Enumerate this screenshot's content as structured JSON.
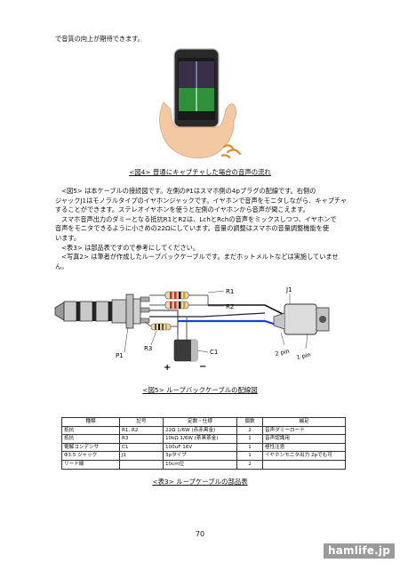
{
  "intro_line": "で音質の向上が期待できます。",
  "figure4": {
    "caption": "<図4> 普通にキャプチャした場合の音声の流れ"
  },
  "body": {
    "lines": [
      "<図5> は本ケーブルの接続図です。左側のP1はスマホ側の4pプラグの配線です。右側の",
      "ジャックJ1はモノラルタイプのイヤホンジャックです。イヤホンで音声をモニタしながら、キャプチャ",
      "することができます。ステレオイヤホンを使うと左側のイヤホンから音声が聞こえます。",
      "スマホ音声出力のダミーとなる抵抗R1とR2は、LchとRchの音声をミックスしつつ、イヤホンで",
      "音声をモニタできるように小さめの22Ωにしています。音量の調整はスマホの音量調整機能を使",
      "います。",
      "<表3> は部品表ですので参考にしてください。",
      "<写真2> は筆者が作成したループバックケーブルです。まだホットメルトなどは実施していませ",
      "ん。"
    ]
  },
  "figure5": {
    "caption": "<図5> ループバックケーブルの配線図",
    "labels": {
      "r1": "R1",
      "r2": "R2",
      "r3": "R3",
      "c1": "C1",
      "j1": "J1",
      "p1": "P1",
      "plus": "+",
      "minus": "−",
      "pin2": "2 pin",
      "pin1": "1 pin"
    }
  },
  "table3": {
    "caption": "<表3> ループケーブルの部品表",
    "headers": [
      "種類",
      "記号",
      "定数・仕様",
      "個数",
      "補足"
    ],
    "rows": [
      [
        "抵抗",
        "R1, R2",
        "22Ω 1/6W (赤赤黒金)",
        "2",
        "音声ダミーロード"
      ],
      [
        "抵抗",
        "R3",
        "10kΩ 1/6W (茶黒茶金)",
        "1",
        "音声認識用"
      ],
      [
        "電解コンデンサ",
        "C1",
        "100uF 16V",
        "1",
        "極性注意"
      ],
      [
        "Φ3.5 ジャック",
        "J1",
        "3pタイプ",
        "1",
        "イヤホンモニタ出力 2pでも可"
      ],
      [
        "リード線",
        "",
        "10cm位",
        "2",
        ""
      ]
    ]
  },
  "page_number": "70",
  "watermark": "hamlife.jp",
  "colors": {
    "wire_blue": "#1a3fd6",
    "phone_screen_green": "#2f8f3a",
    "arrow_orange": "#e08a2a"
  }
}
